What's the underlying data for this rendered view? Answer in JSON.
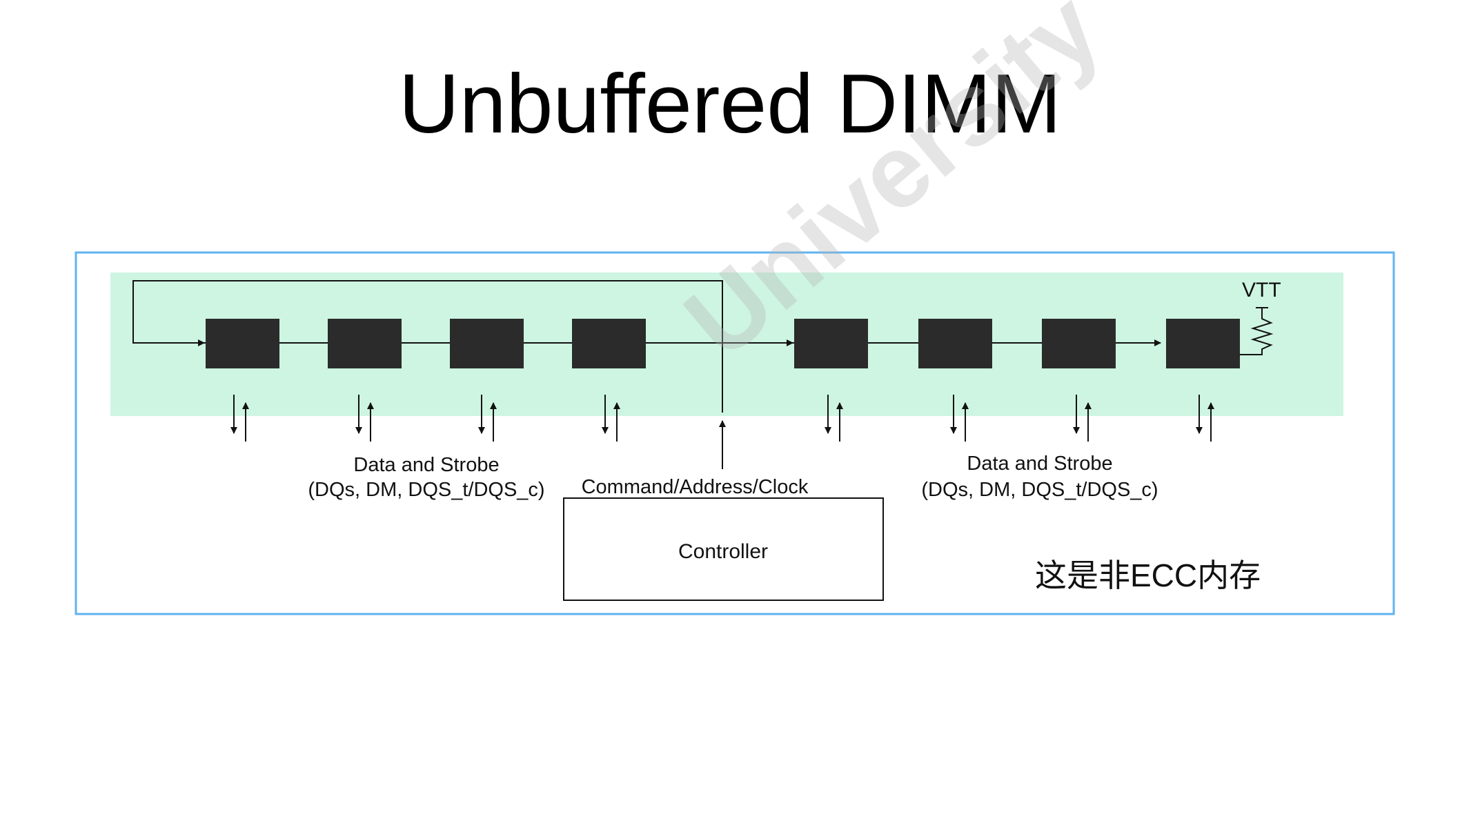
{
  "title": "Unbuffered DIMM",
  "diagram": {
    "vtt_label": "VTT",
    "left_bus_label_line1": "Data and Strobe",
    "left_bus_label_line2": "(DQs, DM, DQS_t/DQS_c)",
    "right_bus_label_line1": "Data and Strobe",
    "right_bus_label_line2": "(DQs, DM, DQS_t/DQS_c)",
    "command_label": "Command/Address/Clock",
    "controller_label": "Controller",
    "note": "这是非ECC内存",
    "watermark": "University"
  },
  "colors": {
    "frame_border": "#5fb3ef",
    "module_fill": "#cdf5e2",
    "chip_fill": "#2b2b2b",
    "line": "#111111"
  }
}
